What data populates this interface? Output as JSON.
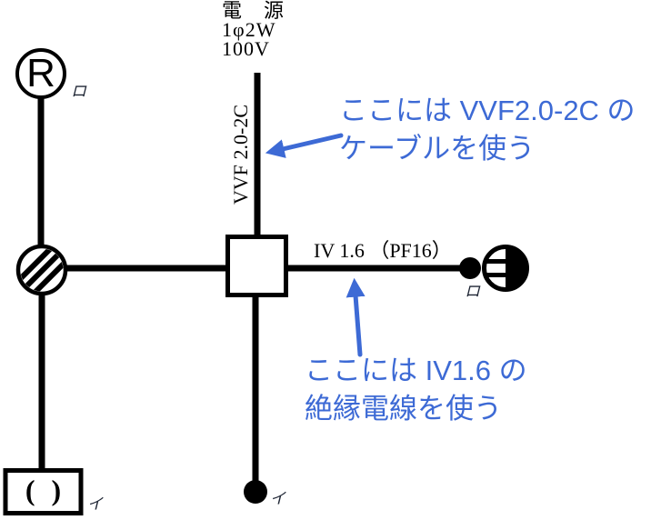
{
  "colors": {
    "annotation_blue": "#3D6AD5",
    "diagram_black": "#000000"
  },
  "power_source": {
    "title": "電　源",
    "phase_system": "1φ2W",
    "voltage": "100V"
  },
  "cable_labels": {
    "vertical_cable": "VVF 2.0-2C",
    "branch_wire": "IV 1.6 （PF16）"
  },
  "device_tags": {
    "receptacle_letter": "R",
    "receptacle_tag": "ロ",
    "outlet_device_tag": "ロ",
    "rosette_glyph": "( )",
    "rosette_tag": "イ",
    "switch_tag": "イ"
  },
  "annotations": {
    "vvf_note_line1": "ここには VVF2.0-2C の",
    "vvf_note_line2": "ケーブルを使う",
    "iv_note_line1": "ここには IV1.6 の",
    "iv_note_line2": "絶縁電線を使う"
  }
}
